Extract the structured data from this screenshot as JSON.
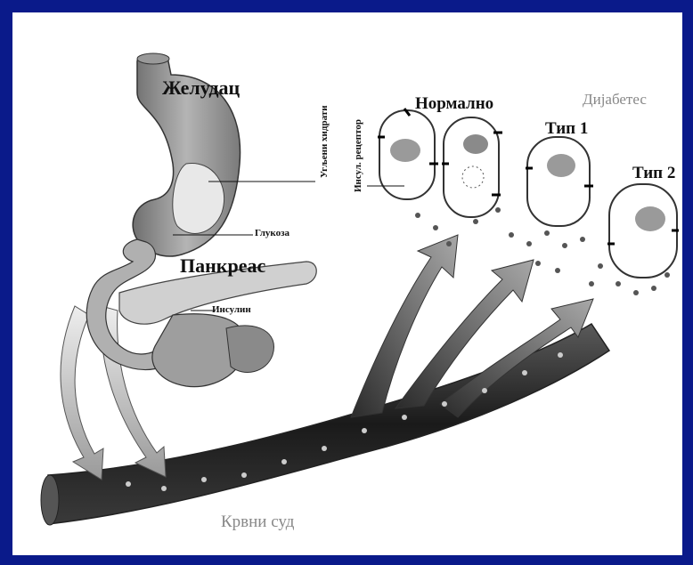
{
  "labels": {
    "stomach": "Желудац",
    "carbohydrates": "Угљени хидрати",
    "glucose": "Глукоза",
    "pancreas": "Панкреас",
    "insulin": "Инсулин",
    "insulin_receptor": "Инсул. рецептор",
    "normal": "Нормално",
    "diabetes": "Дијабетес",
    "type1": "Тип 1",
    "type2": "Тип 2",
    "blood_vessel": "Крвни суд"
  },
  "colors": {
    "border": "#0a1a8a",
    "background": "#ffffff",
    "vessel": "#2b2b2b",
    "organ": "#8c8c8c"
  }
}
